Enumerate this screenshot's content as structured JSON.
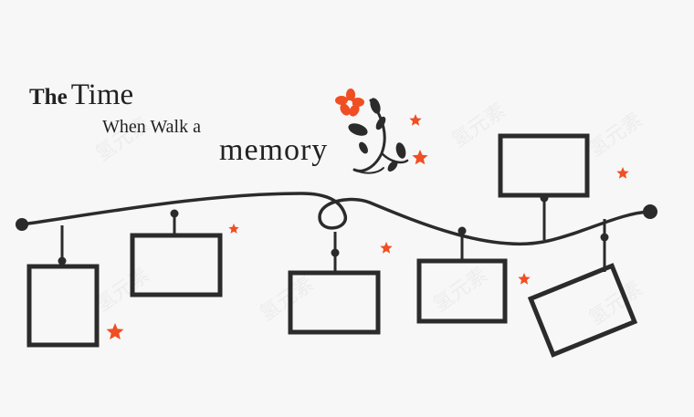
{
  "title": {
    "word_the": "The",
    "word_time": "Time",
    "line_2": "When Walk a",
    "line_3": "memory"
  },
  "colors": {
    "background": "#f7f7f7",
    "line": "#2b2b2b",
    "frame": "#2b2b2b",
    "accent_star": "#f04e23",
    "text": "#222222"
  },
  "watermark": "氢元素"
}
